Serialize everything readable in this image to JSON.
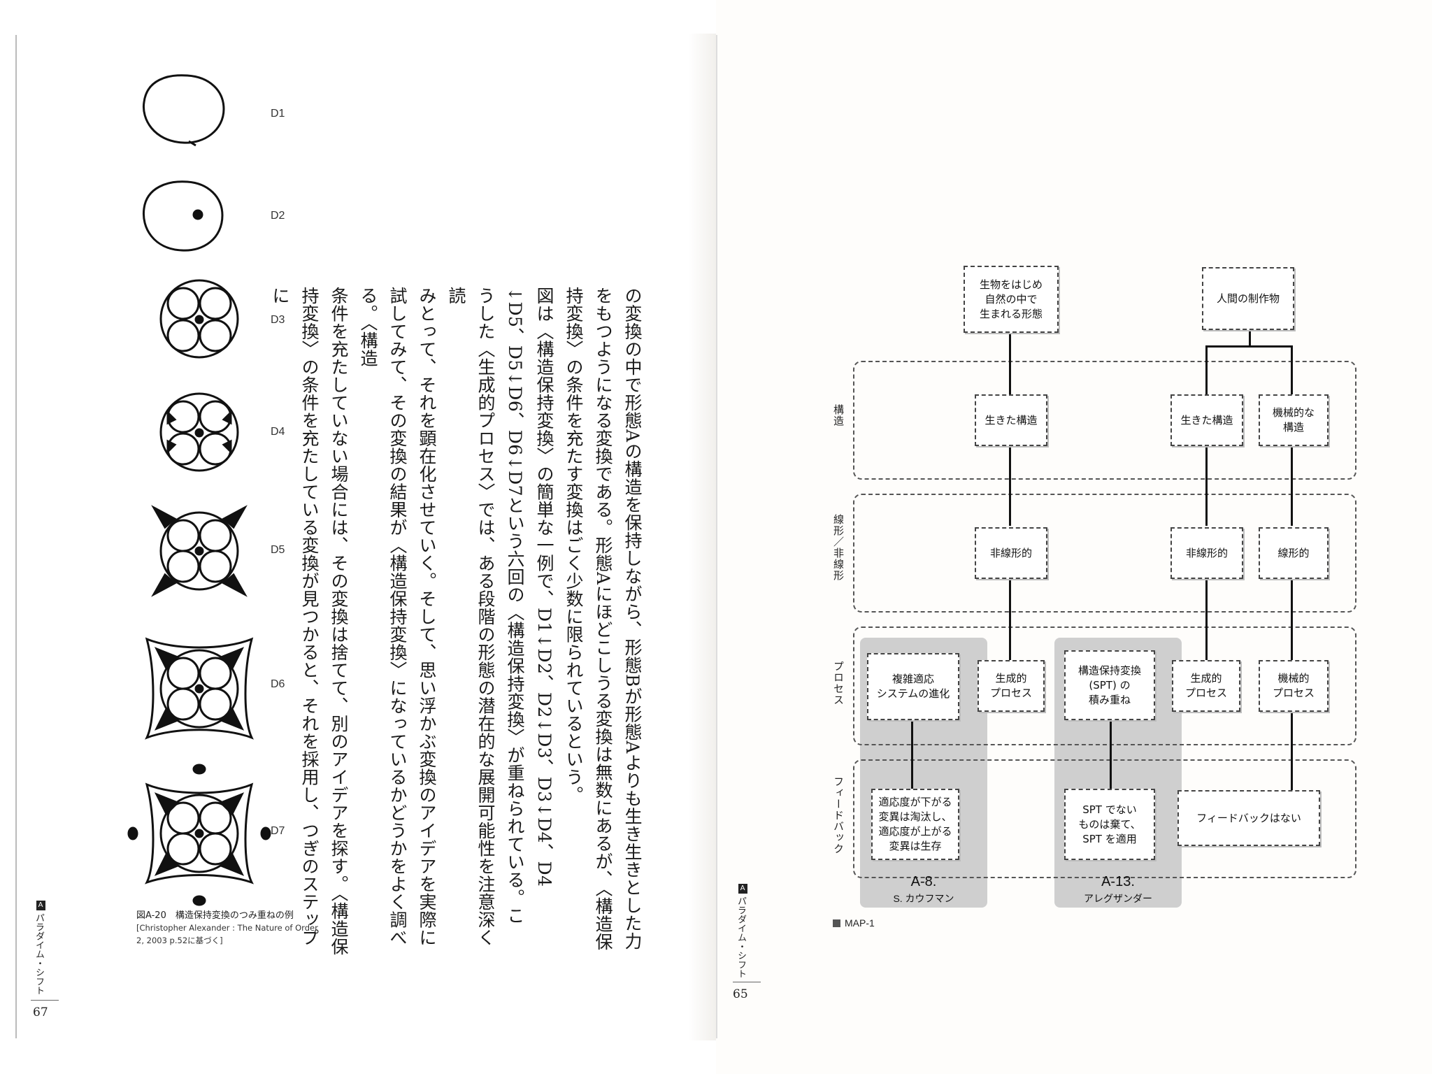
{
  "left_page": {
    "figure": {
      "labels": [
        "D1",
        "D2",
        "D3",
        "D4",
        "D5",
        "D6",
        "D7"
      ],
      "caption": "図A-20　構造保持変換のつみ重ねの例",
      "credit": "[Christopher Alexander : The Nature of Order 2, 2003 p.52に基づく]"
    },
    "body_columns": [
      "の変換の中で形態Aの構造を保持しながら、形態Bが形態Aよりも生き生きとした力",
      "をもつようになる変換である。形態Aにほどこしうる変換は無数にあるが、〈構造保",
      "持変換〉の条件を充たす変換はごく少数に限られているという。",
      "図は〈構造保持変換〉の簡単な一例で、D1↓D2、D2↓D3、D3↓D4、D4",
      "↓D5、D5↓D6、D6↓D7という六回の〈構造保持変換〉が重ねられている。こ",
      "うした〈生成的プロセス〉では、ある段階の形態の潜在的な展開可能性を注意深く読",
      "みとって、それを顕在化させていく。そして、思い浮かぶ変換のアイデアを実際に",
      "試してみて、その変換の結果が〈構造保持変換〉になっているかどうかをよく調べる。〈構造",
      "条件を充たしていない場合には、その変換は捨てて、別のアイデアを探す。〈構造保",
      "持変換〉の条件を充たしている変換が見つかると、それを採用し、つぎのステップに"
    ],
    "running_head": {
      "section": "A",
      "title": "パラダイム・シフト"
    },
    "page_number": "67"
  },
  "right_page": {
    "running_head": {
      "section": "A",
      "title": "パラダイム・シフト"
    },
    "page_number": "65",
    "map_label": "MAP-1",
    "band_labels": [
      "構造",
      "線形／非線形",
      "プロセス",
      "フィードバック"
    ],
    "nodes": {
      "natural_forms": "生物をはじめ\n自然の中で\n生まれる形態",
      "human_made": "人間の制作物",
      "living_structure_left": "生きた構造",
      "living_structure_right": "生きた構造",
      "mechanical_structure": "機械的な\n構造",
      "nonlinear_left": "非線形的",
      "nonlinear_right": "非線形的",
      "linear": "線形的",
      "complex_adaptive": "複雑適応\nシステムの進化",
      "generative_left": "生成的\nプロセス",
      "spt_accumulation": "構造保持変換\n(SPT) の\n積み重ね",
      "generative_right": "生成的\nプロセス",
      "mechanical_process": "機械的\nプロセス",
      "fitness_feedback": "適応度が下がる\n変異は淘汰し、\n適応度が上がる\n変異は生存",
      "spt_feedback": "SPT でない\nものは棄て、\nSPT を適用",
      "no_feedback": "フィードバックはない"
    },
    "columns": [
      {
        "code": "A-8.",
        "name": "S. カウフマン"
      },
      {
        "code": "A-13.",
        "name": "アレグザンダー"
      }
    ]
  }
}
